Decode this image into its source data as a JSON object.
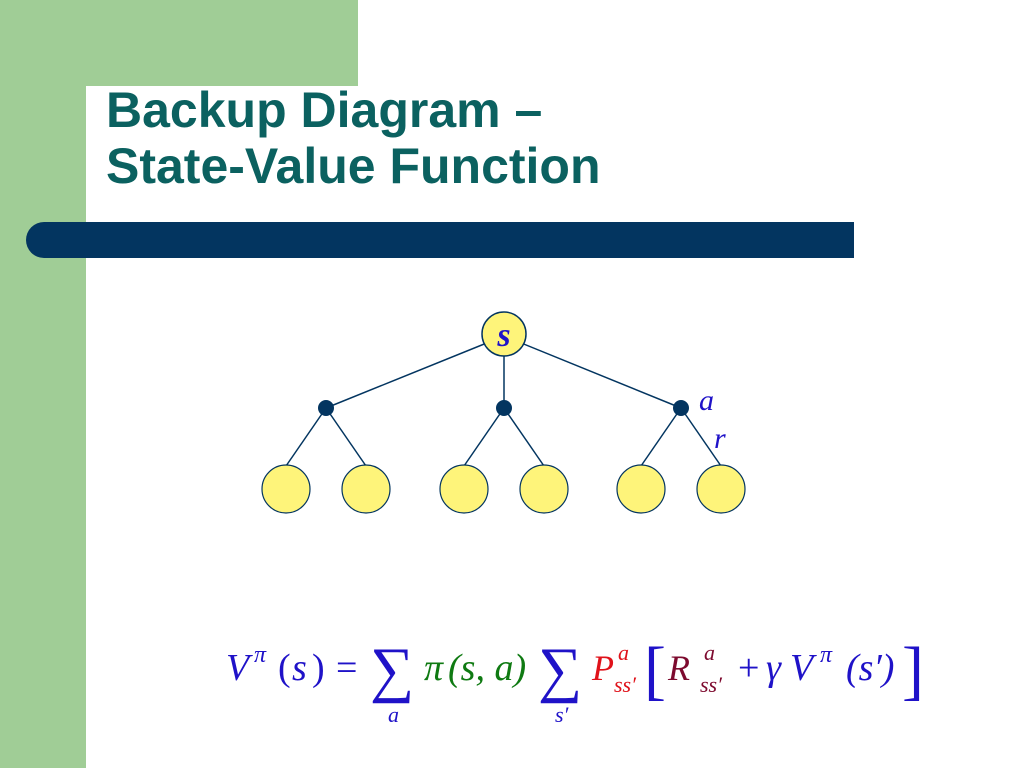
{
  "slide": {
    "title_line1": "Backup Diagram –",
    "title_line2": "State-Value Function"
  },
  "diagram": {
    "root_label": "s",
    "action_label": "a",
    "reward_label": "r",
    "colors": {
      "state_fill": "#fef47a",
      "edge": "#033560",
      "action_node": "#033560",
      "label_blue": "#1f12c8"
    }
  },
  "equation": {
    "lhs": "V",
    "pi": "π",
    "open_paren": "(",
    "s": "s",
    "close_paren": ")",
    "equals": "=",
    "sum": "∑",
    "sum_sub_a": "a",
    "pi_term": "π",
    "pi_args": "(s, a)",
    "sum_sub_sprime": "s′",
    "P": "P",
    "P_sup": "a",
    "P_sub": "ss′",
    "lbracket": "[",
    "R": "R",
    "R_sup": "a",
    "R_sub": "ss′",
    "plus": "+",
    "gamma": "γ",
    "V2": "V",
    "pi2": "π",
    "sprime_arg": "(s′)",
    "rbracket": "]",
    "colors": {
      "blue": "#1f12c8",
      "green": "#0f7a12",
      "red": "#e0121a",
      "maroon": "#7d0a2e"
    }
  }
}
